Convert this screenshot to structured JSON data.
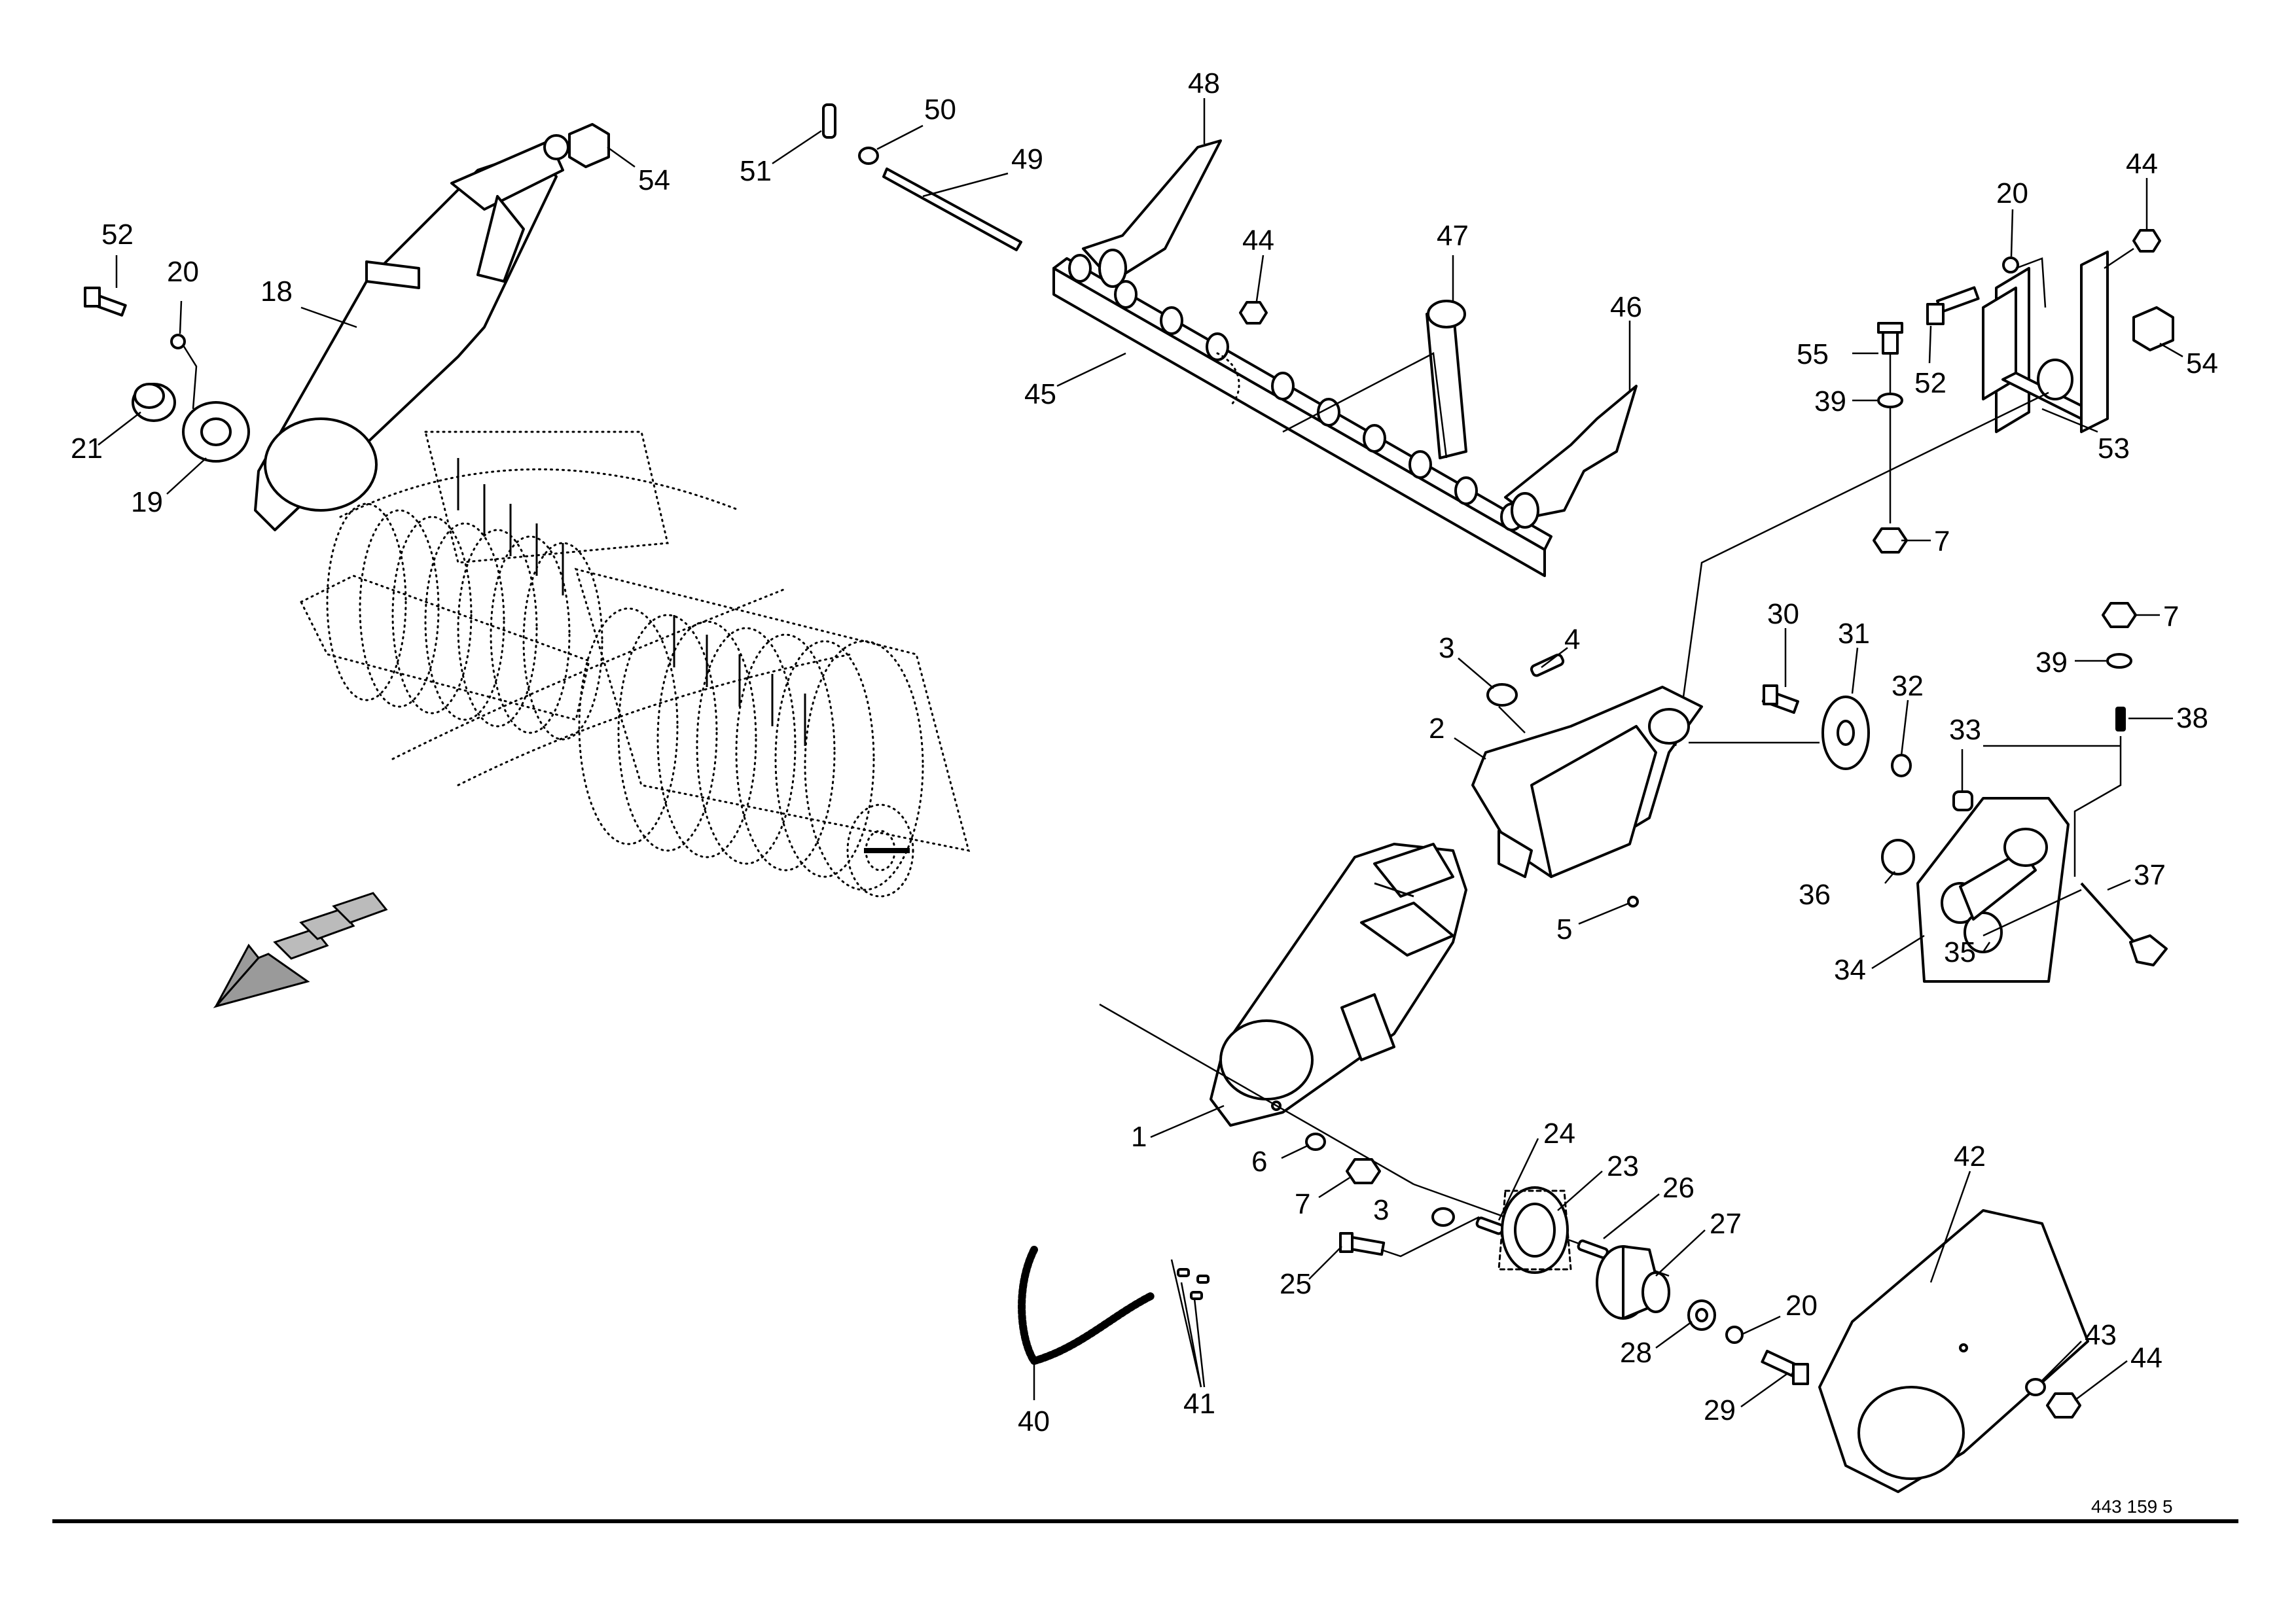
{
  "drawing": {
    "document_number": "443 159 5",
    "callouts": [
      "1",
      "2",
      "3",
      "4",
      "5",
      "6",
      "7",
      "18",
      "19",
      "20",
      "21",
      "23",
      "24",
      "25",
      "26",
      "27",
      "28",
      "29",
      "30",
      "31",
      "32",
      "33",
      "34",
      "35",
      "36",
      "37",
      "38",
      "39",
      "40",
      "41",
      "42",
      "43",
      "44",
      "45",
      "46",
      "47",
      "48",
      "49",
      "50",
      "51",
      "52",
      "53",
      "54",
      "55"
    ]
  },
  "colors": {
    "line": "#000000",
    "background": "#ffffff",
    "arrow": "#9a9a9a"
  }
}
